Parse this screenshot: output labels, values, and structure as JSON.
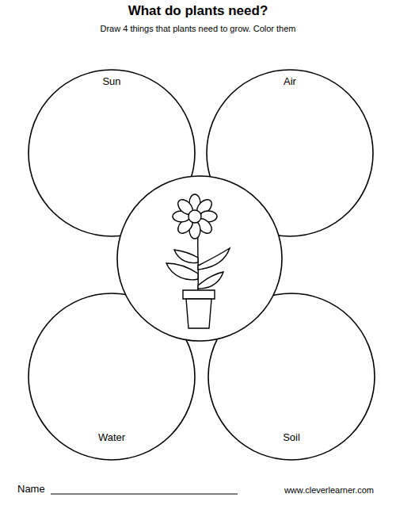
{
  "diagram": {
    "title": "What do plants need?",
    "nodes": [
      {
        "text": [
          "Sun"
        ]
      },
      {
        "text": [
          "Air"
        ]
      },
      {
        "text": [
          "Water"
        ]
      },
      {
        "text": [
          "Soil"
        ]
      }
    ],
    "labels": [
      "Draw 4 things that plants need to grow. Color them",
      "Name",
      "www.cleverlearner.com"
    ]
  }
}
